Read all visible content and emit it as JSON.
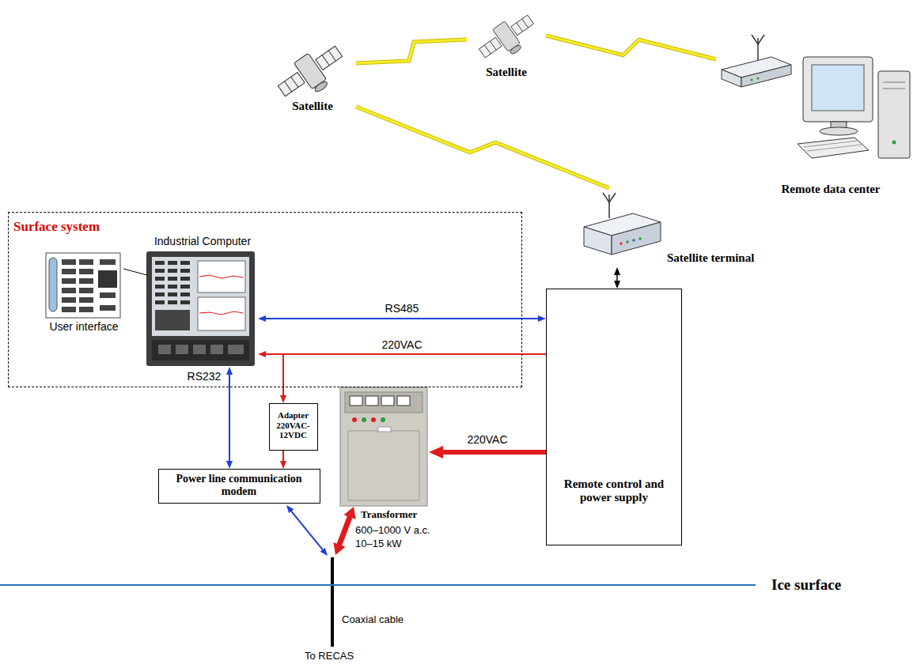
{
  "diagram": {
    "nodes": [
      {
        "text": [
          "Satellite"
        ]
      },
      {
        "text": [
          "Satellite"
        ]
      },
      {
        "text": [
          "Remote data center"
        ]
      },
      {
        "text": [
          "Surface system"
        ]
      },
      {
        "text": [
          "Industrial Computer"
        ],
        "in": 3
      },
      {
        "text": [
          "User interface"
        ],
        "in": 3
      },
      {
        "text": [
          "Satellite terminal"
        ]
      },
      {
        "text": [
          "Remote control and power supply"
        ]
      },
      {
        "text": [
          "Adapter 220VAC-12VDC"
        ]
      },
      {
        "text": [
          "Transformer"
        ]
      },
      {
        "text": [
          "Power line communication modem"
        ]
      }
    ],
    "edges": [
      {
        "from": 4,
        "to": 7,
        "arrow": "both",
        "label": "RS485"
      },
      {
        "from": 7,
        "to": 4,
        "arrow": "to",
        "label": "220VAC"
      },
      {
        "from": 7,
        "to": 8,
        "arrow": "to"
      },
      {
        "from": 8,
        "to": 10,
        "arrow": "to"
      },
      {
        "from": 4,
        "to": 10,
        "arrow": "both",
        "label": "RS232"
      },
      {
        "from": 7,
        "to": 9,
        "arrow": "to",
        "label": "220VAC"
      },
      {
        "from": 6,
        "to": 7,
        "arrow": "both"
      },
      {
        "from": 5,
        "to": 4,
        "arrow": "none"
      },
      {
        "from": 0,
        "to": 1,
        "arrow": "none"
      },
      {
        "from": 1,
        "to": 2,
        "arrow": "none"
      },
      {
        "from": 0,
        "to": 6,
        "arrow": "none"
      }
    ],
    "labels": [
      "600–1000 V a.c.",
      "10–15 kW",
      "Ice surface",
      "Coaxial cable",
      "To RECAS"
    ]
  }
}
